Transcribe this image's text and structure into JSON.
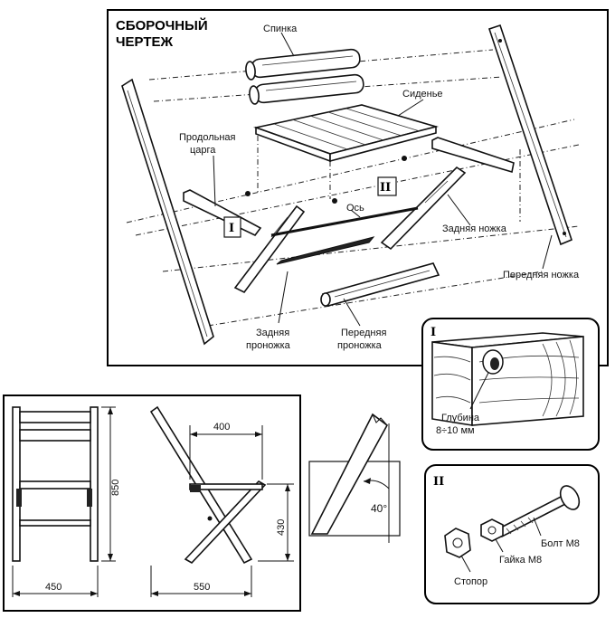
{
  "assembly": {
    "title_line1": "СБОРОЧНЫЙ",
    "title_line2": "ЧЕРТЕЖ",
    "labels": {
      "backrest": "Спинка",
      "seat": "Сиденье",
      "side_rail_line1": "Продольная",
      "side_rail_line2": "царга",
      "axle": "Ось",
      "rear_leg_top": "Задняя ножка",
      "front_leg": "Передняя ножка",
      "rear_rung_line1": "Задняя",
      "rear_rung_line2": "проножка",
      "front_rung_line1": "Передняя",
      "front_rung_line2": "проножка",
      "callout_1": "I",
      "callout_2": "II"
    }
  },
  "detail_1": {
    "roman": "I",
    "depth_line1": "Глубина",
    "depth_line2": "8÷10 мм"
  },
  "detail_2": {
    "roman": "II",
    "bolt": "Болт М8",
    "nut": "Гайка М8",
    "stopper": "Стопор"
  },
  "views": {
    "front_width": "450",
    "height": "850",
    "side_depth": "550",
    "seat_depth": "400",
    "seat_height": "430",
    "angle": "40°"
  }
}
